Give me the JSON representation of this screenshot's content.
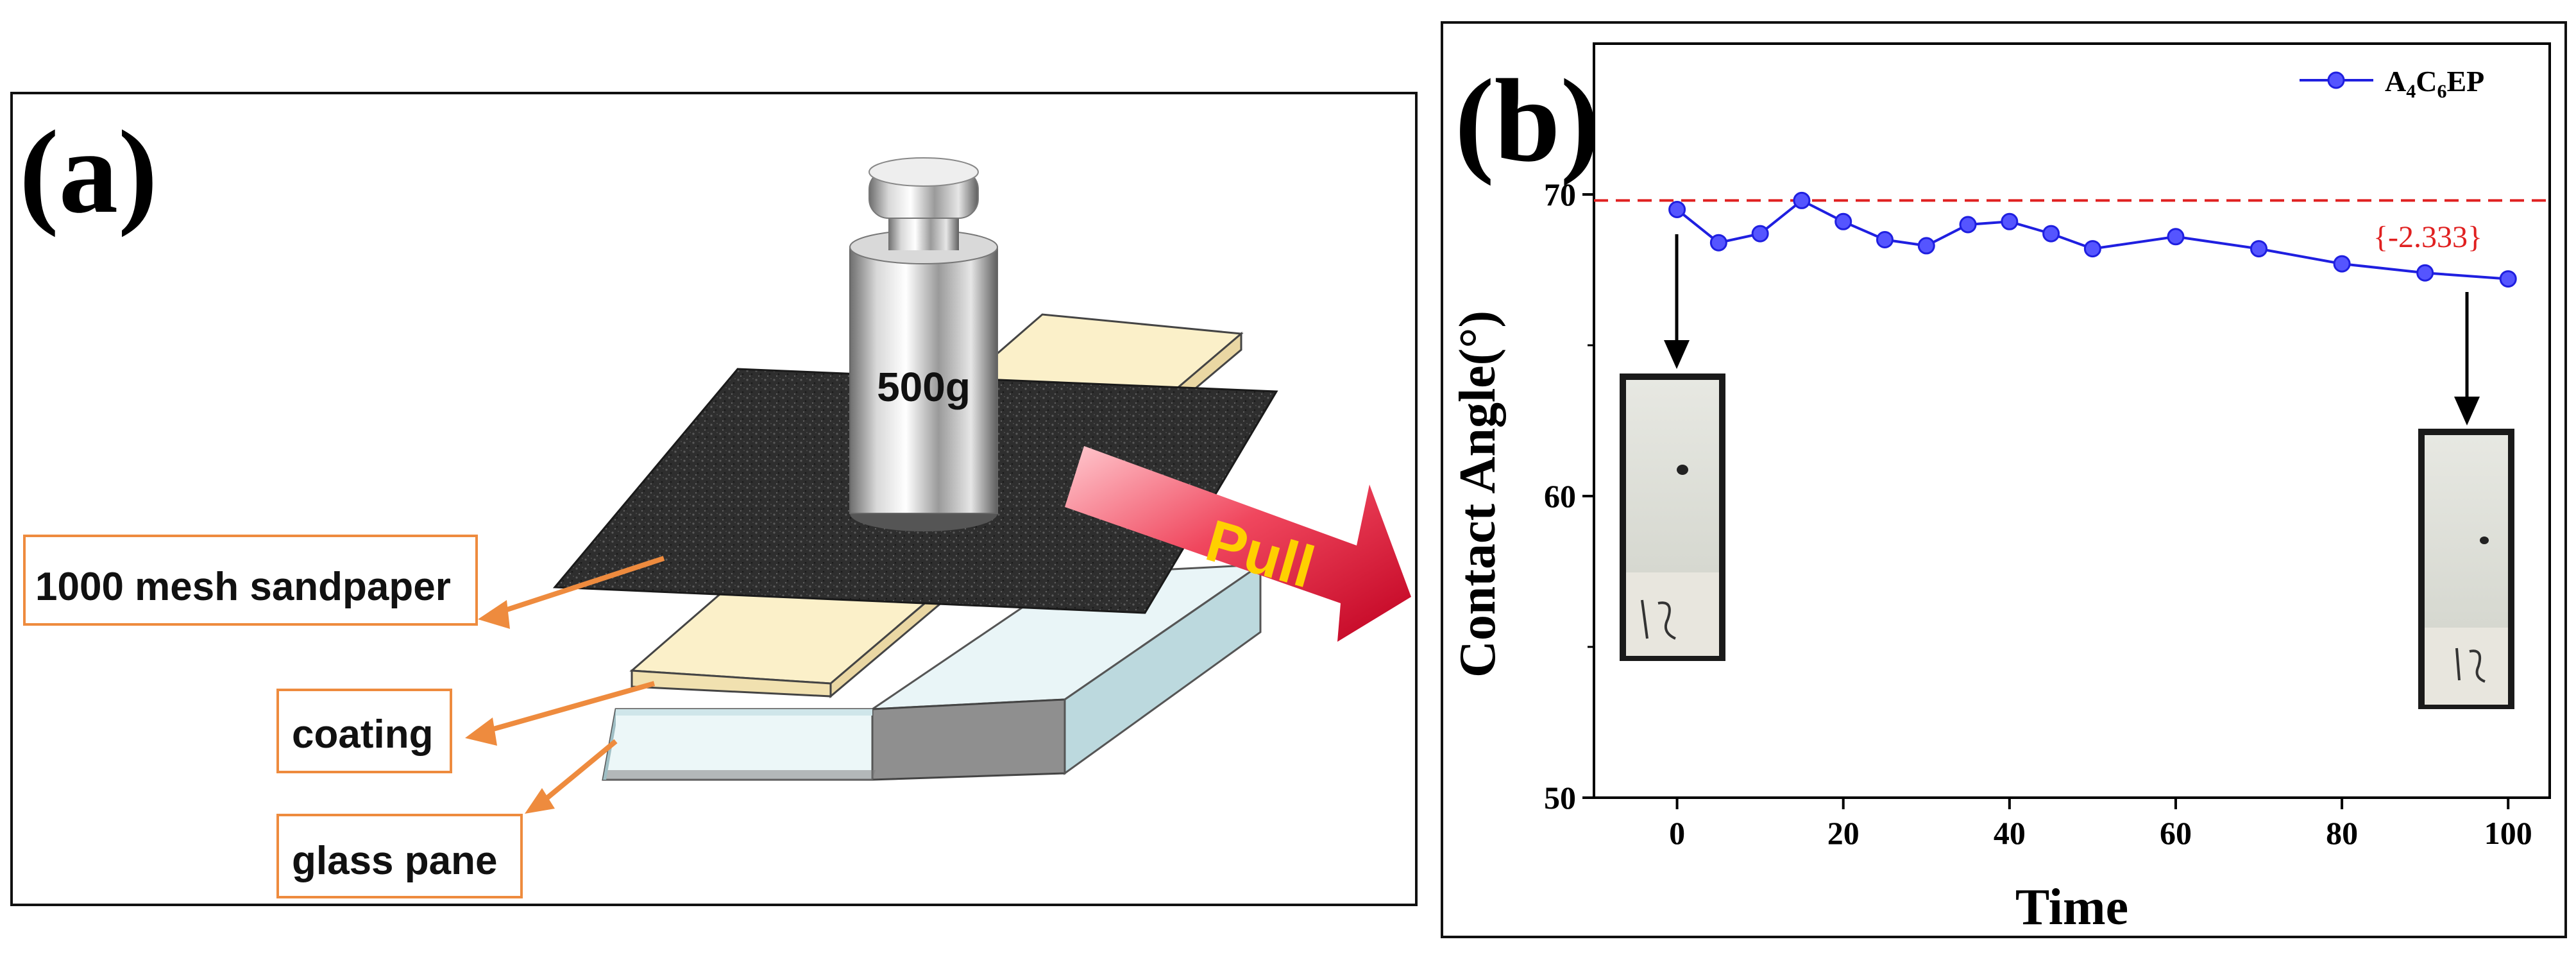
{
  "panel_a": {
    "label": "(a)",
    "weight_label": "500g",
    "pull_label": "Pull",
    "callouts": [
      "1000 mesh sandpaper",
      "coating",
      "glass pane"
    ]
  },
  "panel_b": {
    "label": "(b)"
  },
  "chart_data": {
    "type": "line",
    "xlabel": "Time",
    "ylabel": "Contact Angle(°)",
    "xlim": [
      -10,
      105
    ],
    "ylim": [
      50,
      75
    ],
    "xticks": [
      0,
      20,
      40,
      60,
      80,
      100
    ],
    "yticks": [
      50,
      60,
      70
    ],
    "grid": false,
    "legend_position": "top-right",
    "series": [
      {
        "name": "A4C6EP",
        "color": "#1f1fe0",
        "x": [
          0,
          5,
          10,
          15,
          20,
          25,
          30,
          35,
          40,
          45,
          50,
          60,
          70,
          80,
          90,
          100
        ],
        "y": [
          69.5,
          68.4,
          68.7,
          69.8,
          69.1,
          68.5,
          68.3,
          69.0,
          69.1,
          68.7,
          68.2,
          68.6,
          68.2,
          67.7,
          67.4,
          67.2
        ]
      }
    ],
    "reference_line": {
      "y": 69.8,
      "color": "#e02020"
    },
    "annotation": "{-2.333}",
    "annotation_color": "#e02020"
  }
}
